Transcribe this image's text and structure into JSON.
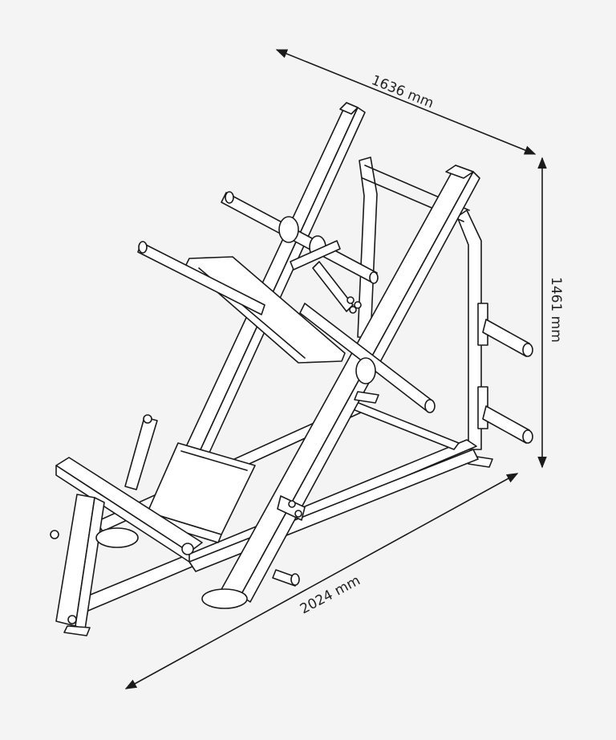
{
  "dimensions": {
    "depth": "1636 mm",
    "height": "1461 mm",
    "length": "2024 mm"
  },
  "colors": {
    "background": "#f4f4f4",
    "line": "#1a1a1a"
  }
}
